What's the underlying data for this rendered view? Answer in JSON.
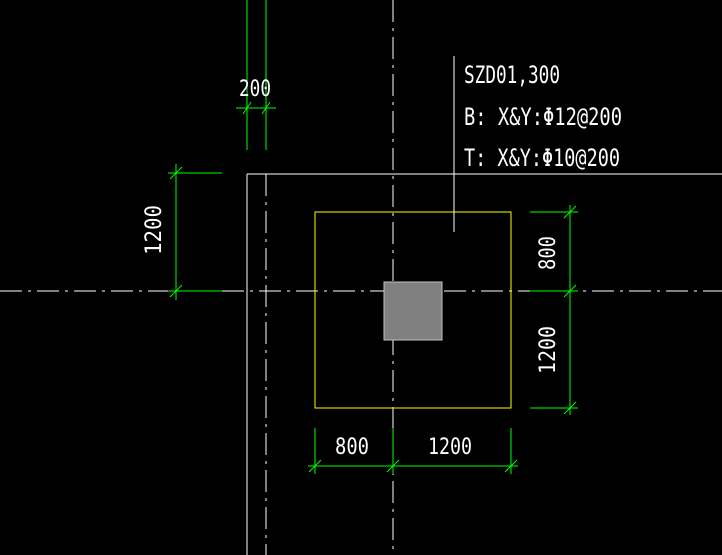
{
  "colors": {
    "background": "#000000",
    "outline": "#ffffff",
    "axis": "#ffffff",
    "dimension": "#00ff00",
    "footing": "#ffff00",
    "column_fill": "#808080",
    "column_edge": "#c0c0c0",
    "text": "#ffffff"
  },
  "annotation": {
    "id": "SZD01,300",
    "bottom": "B: X&Y:Φ12@200",
    "top": "T: X&Y:Φ10@200"
  },
  "dimensions": {
    "wall_offset": "200",
    "left_vertical": "1200",
    "right_upper": "800",
    "right_lower": "1200",
    "bottom_left": "800",
    "bottom_right": "1200"
  }
}
